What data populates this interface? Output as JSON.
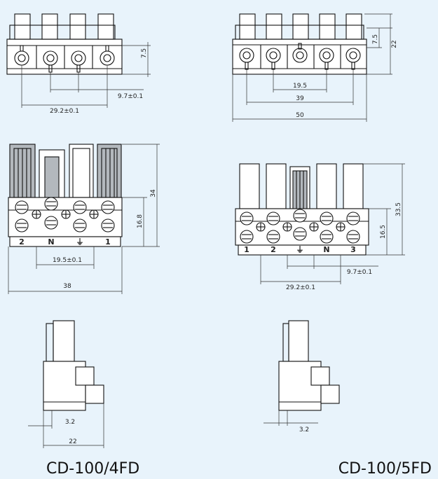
{
  "models": {
    "left": "CD-100/4FD",
    "right": "CD-100/5FD"
  },
  "dimensions": {
    "fd4_top_height": "7.5",
    "fd4_top_pitch": "9.7±0.1",
    "fd4_top_span": "29.2±0.1",
    "fd5_top_height_a": "7.5",
    "fd5_top_height_b": "22",
    "fd5_top_inner": "19.5",
    "fd5_top_mid": "39",
    "fd5_top_width": "50",
    "fd4_front_height": "34",
    "fd4_front_height_b": "16.8",
    "fd4_front_span": "19.5±0.1",
    "fd4_front_width": "38",
    "fd5_front_height": "33.5",
    "fd5_front_height_b": "16.5",
    "fd5_front_pitch": "9.7±0.1",
    "fd5_front_span": "29.2±0.1",
    "fd4_side_offset": "3.2",
    "fd4_side_width": "22",
    "fd5_side_offset": "3.2"
  },
  "pins": {
    "fd4": [
      "2",
      "N",
      "⏚",
      "1"
    ],
    "fd5": [
      "1",
      "2",
      "⏚",
      "N",
      "3"
    ]
  }
}
